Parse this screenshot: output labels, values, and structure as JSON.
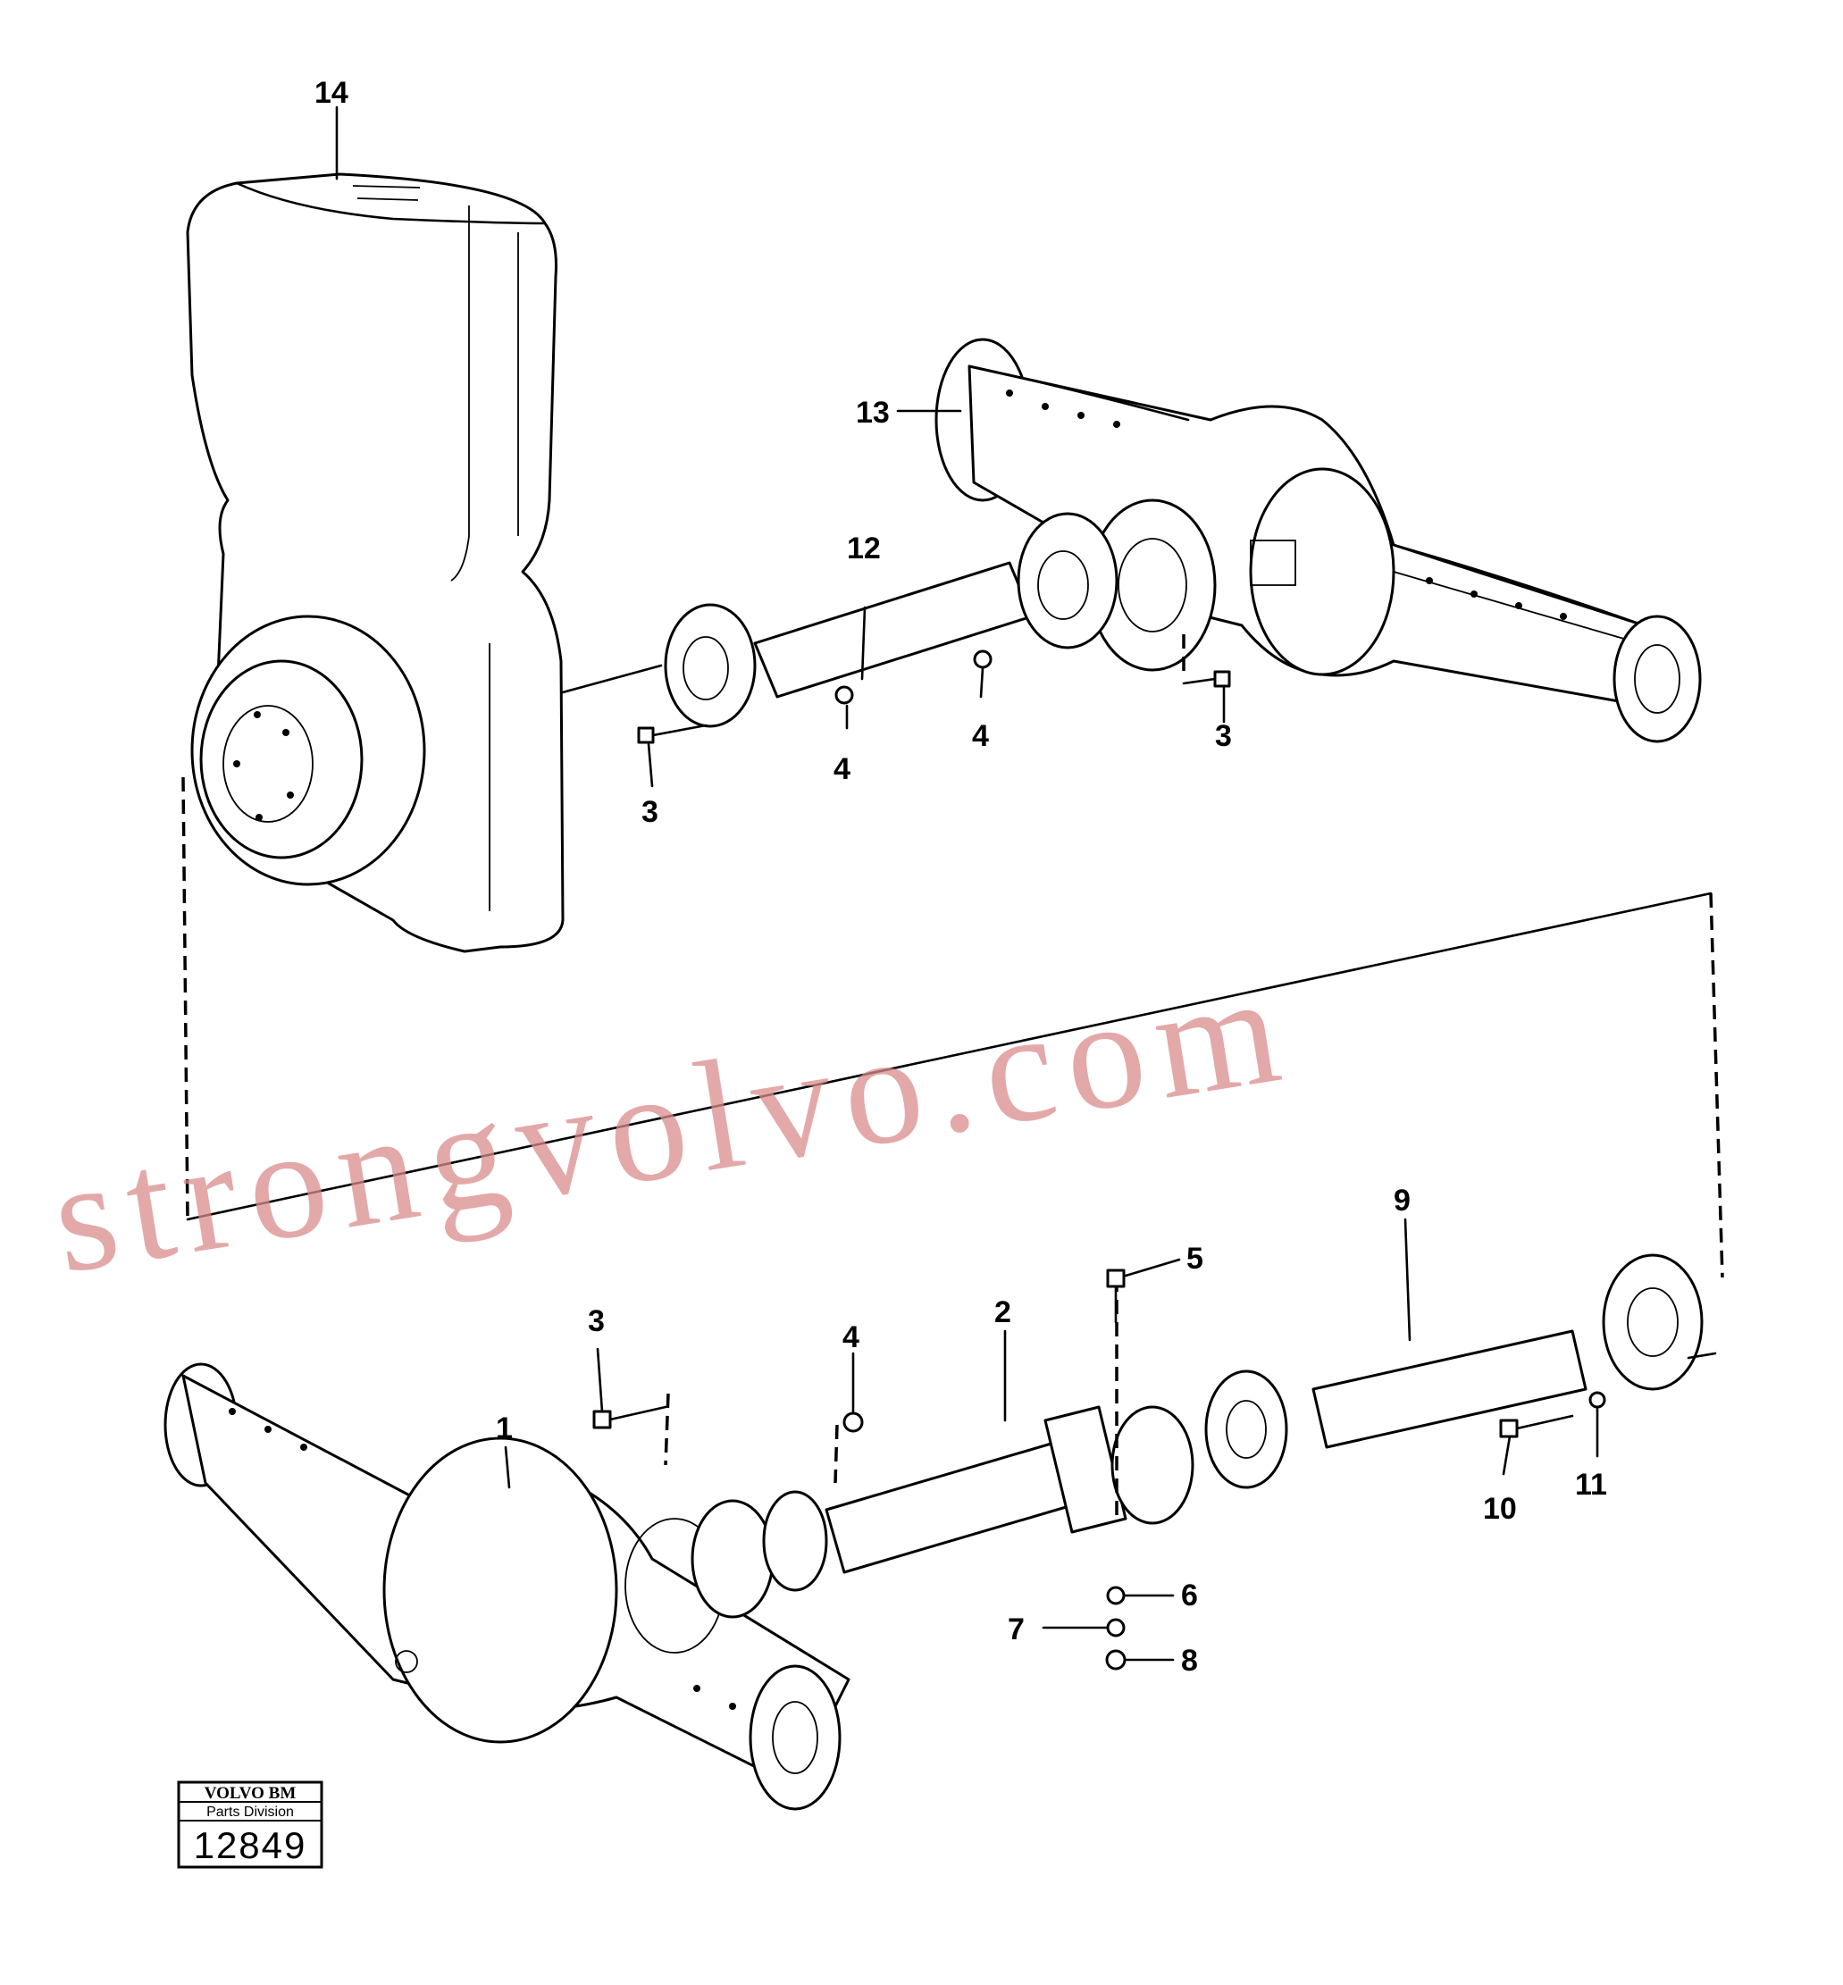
{
  "callouts": {
    "c1": "1",
    "c2": "2",
    "c3a": "3",
    "c3b": "3",
    "c3c": "3",
    "c4a": "4",
    "c4b": "4",
    "c4c": "4",
    "c5": "5",
    "c6": "6",
    "c7": "7",
    "c8": "8",
    "c9": "9",
    "c10": "10",
    "c11": "11",
    "c12": "12",
    "c13": "13",
    "c14": "14"
  },
  "stamp": {
    "brand": "VOLVO BM",
    "division": "Parts Division",
    "number": "12849"
  },
  "watermark": "strongvolvo.com"
}
